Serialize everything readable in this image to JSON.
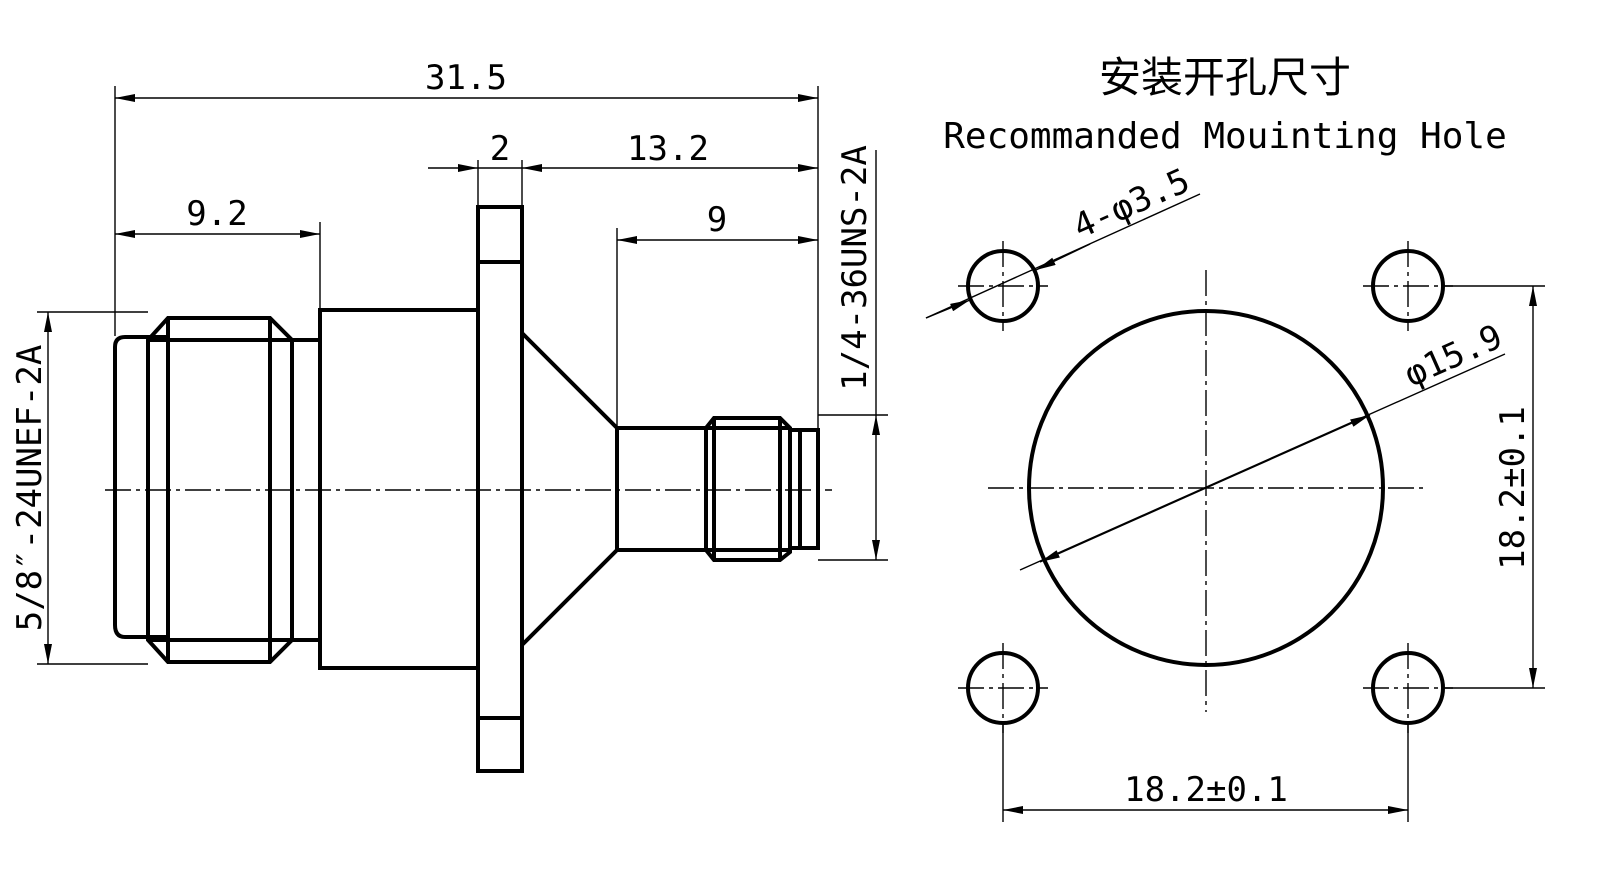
{
  "header": {
    "title_cn": "安装开孔尺寸",
    "title_en": "Recommanded Mouinting Hole"
  },
  "side_view": {
    "dim_overall_length": "31.5",
    "dim_flange_thickness": "2",
    "dim_flange_to_end": "13.2",
    "dim_left_section": "9.2",
    "dim_rear_section": "9",
    "thread_left": "5/8″-24UNEF-2A",
    "thread_right": "1/4-36UNS-2A"
  },
  "mounting_view": {
    "dim_holes": "4-φ3.5",
    "dim_center_bore": "φ15.9",
    "dim_vertical_spacing": "18.2±0.1",
    "dim_horizontal_spacing": "18.2±0.1"
  }
}
